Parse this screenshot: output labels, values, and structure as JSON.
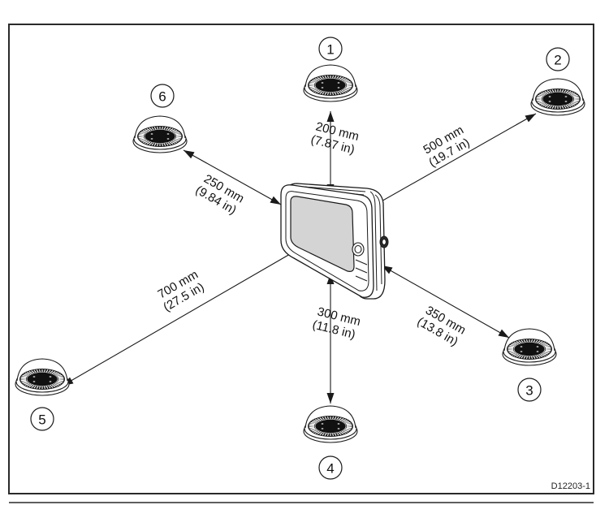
{
  "figure": {
    "id_label": "D12203-1",
    "description": "Compass safe distance from display unit",
    "colors": {
      "line": "#1a1a1a",
      "screen": "#d4d4d4",
      "background": "#ffffff"
    }
  },
  "device": {
    "name": "multifunction display",
    "icon": "display-unit-icon"
  },
  "compasses": [
    {
      "callout": "1",
      "position": "top",
      "distance_mm": "200 mm",
      "distance_in": "(7.87 in)",
      "icon": "compass-icon"
    },
    {
      "callout": "2",
      "position": "top-right",
      "distance_mm": "500 mm",
      "distance_in": "(19.7 in)",
      "icon": "compass-icon"
    },
    {
      "callout": "3",
      "position": "bottom-right",
      "distance_mm": "350 mm",
      "distance_in": "(13.8 in)",
      "icon": "compass-icon"
    },
    {
      "callout": "4",
      "position": "bottom",
      "distance_mm": "300 mm",
      "distance_in": "(11.8 in)",
      "icon": "compass-icon"
    },
    {
      "callout": "5",
      "position": "bottom-left",
      "distance_mm": "700 mm",
      "distance_in": "(27.5 in)",
      "icon": "compass-icon"
    },
    {
      "callout": "6",
      "position": "top-left",
      "distance_mm": "250 mm",
      "distance_in": "(9.84 in)",
      "icon": "compass-icon"
    }
  ]
}
